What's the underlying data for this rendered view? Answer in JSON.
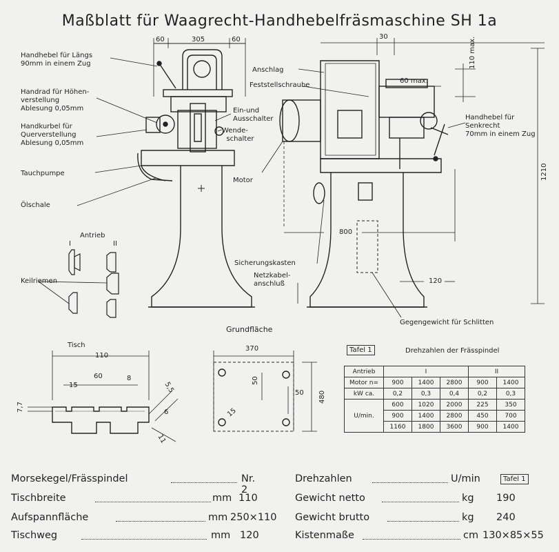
{
  "title": "Maßblatt für Waagrecht-Handhebelfräsmaschine SH 1a",
  "front_view": {
    "dims": {
      "left": "60",
      "mid": "305",
      "right": "60"
    },
    "labels": {
      "handhebel_laengs_1": "Handhebel für Längs",
      "handhebel_laengs_2": "90mm in einem Zug",
      "handrad_1": "Handrad für Höhen-",
      "handrad_2": "verstellung",
      "handrad_3": "Ablesung 0,05mm",
      "handkurbel_1": "Handkurbel für",
      "handkurbel_2": "Querverstellung",
      "handkurbel_3": "Ablesung 0,05mm",
      "tauchpumpe": "Tauchpumpe",
      "oelschale": "Ölschale",
      "einaus_1": "Ein-und",
      "einaus_2": "Ausschalter",
      "wende_1": "Wende-",
      "wende_2": "schalter"
    }
  },
  "side_view": {
    "labels": {
      "anschlag": "Anschlag",
      "feststell": "Feststellschraube",
      "motor": "Motor",
      "senkrecht_1": "Handhebel für",
      "senkrecht_2": "Senkrecht",
      "senkrecht_3": "70mm in einem Zug",
      "sicherung": "Sicherungskasten",
      "netzkabel_1": "Netzkabel-",
      "netzkabel_2": "anschluß",
      "gegengewicht": "Gegengewicht für Schlitten"
    },
    "dims": {
      "d30": "30",
      "d60max": "60 max.",
      "d110max": "110 max.",
      "d1210": "1210",
      "d800": "800",
      "d120": "120"
    }
  },
  "antrieb": {
    "title": "Antrieb",
    "i": "I",
    "ii": "II",
    "keilriemen": "Keilriemen"
  },
  "tisch": {
    "title": "Tisch",
    "d110": "110",
    "d60": "60",
    "d15": "15",
    "d8": "8",
    "d77": "7,7",
    "d55": "5,5",
    "d6": "6",
    "d11": "11"
  },
  "grundflaeche": {
    "title": "Grundfläche",
    "d370": "370",
    "d50a": "50",
    "d50b": "50",
    "d480": "480",
    "d15": "15"
  },
  "tafel": {
    "tag": "Tafel 1",
    "caption": "Drehzahlen der Frässpindel",
    "header": [
      "Antrieb",
      "I",
      "II"
    ],
    "motor": [
      "Motor n=",
      "900",
      "1400",
      "2800",
      "900",
      "1400"
    ],
    "kw": [
      "kW ca.",
      "0,2",
      "0,3",
      "0,4",
      "0,2",
      "0,3"
    ],
    "umin_label": "U/min.",
    "umin": [
      [
        "600",
        "1020",
        "2000",
        "225",
        "350"
      ],
      [
        "900",
        "1400",
        "2800",
        "450",
        "700"
      ],
      [
        "1160",
        "1800",
        "3600",
        "900",
        "1400"
      ]
    ]
  },
  "specs_left": [
    {
      "k": "Morsekegel/Frässpindel",
      "u": "",
      "v": "Nr. 2"
    },
    {
      "k": "Tischbreite",
      "u": "mm",
      "v": "110"
    },
    {
      "k": "Aufspannfläche",
      "u": "mm",
      "v": "250×110"
    },
    {
      "k": "Tischweg",
      "u": "mm",
      "v": "120"
    }
  ],
  "specs_right": [
    {
      "k": "Drehzahlen",
      "u": "U/min",
      "v": "Tafel 1"
    },
    {
      "k": "Gewicht netto",
      "u": "kg",
      "v": "190"
    },
    {
      "k": "Gewicht brutto",
      "u": "kg",
      "v": "240"
    },
    {
      "k": "Kistenmaße",
      "u": "cm",
      "v": "130×85×55"
    }
  ]
}
